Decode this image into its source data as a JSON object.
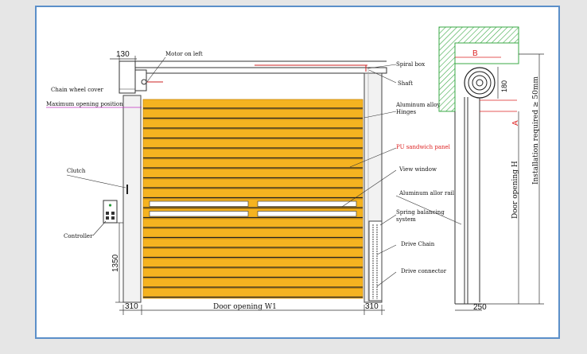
{
  "labels": {
    "motor": "Motor on left",
    "chain_cover": "Chain wheel cover",
    "max_opening": "Maximum opening position",
    "clutch": "Clutch",
    "controller": "Controller",
    "spiral_box": "Spiral box",
    "shaft": "Shaft",
    "alu_hinges_1": "Aluminum alloy",
    "alu_hinges_2": "Hinges",
    "pu_panel": "PU sandwich panel",
    "view_window": "View window",
    "alu_rail": "Aluminum allor rail",
    "spring_1": "Spring balancing",
    "spring_2": "system",
    "drive_chain": "Drive Chain",
    "drive_connector": "Drive connector"
  },
  "dims": {
    "top_130": "130",
    "left_310": "310",
    "right_310": "310",
    "width_w1": "Door opening W1",
    "height_1350": "1350",
    "b": "B",
    "a": "A",
    "d180": "180",
    "d250": "250",
    "door_h": "Door opening H",
    "install": "Installation required ≥ 50mm"
  },
  "colors": {
    "panel": "#f5b320",
    "panel_dark": "#c98a10",
    "frame_border": "#5b8fc9",
    "hatch": "#3aa845",
    "red": "#d22222",
    "magenta": "#c030c0"
  },
  "panels": {
    "upper_count": 10,
    "window_count": 2,
    "lower_count": 8
  }
}
